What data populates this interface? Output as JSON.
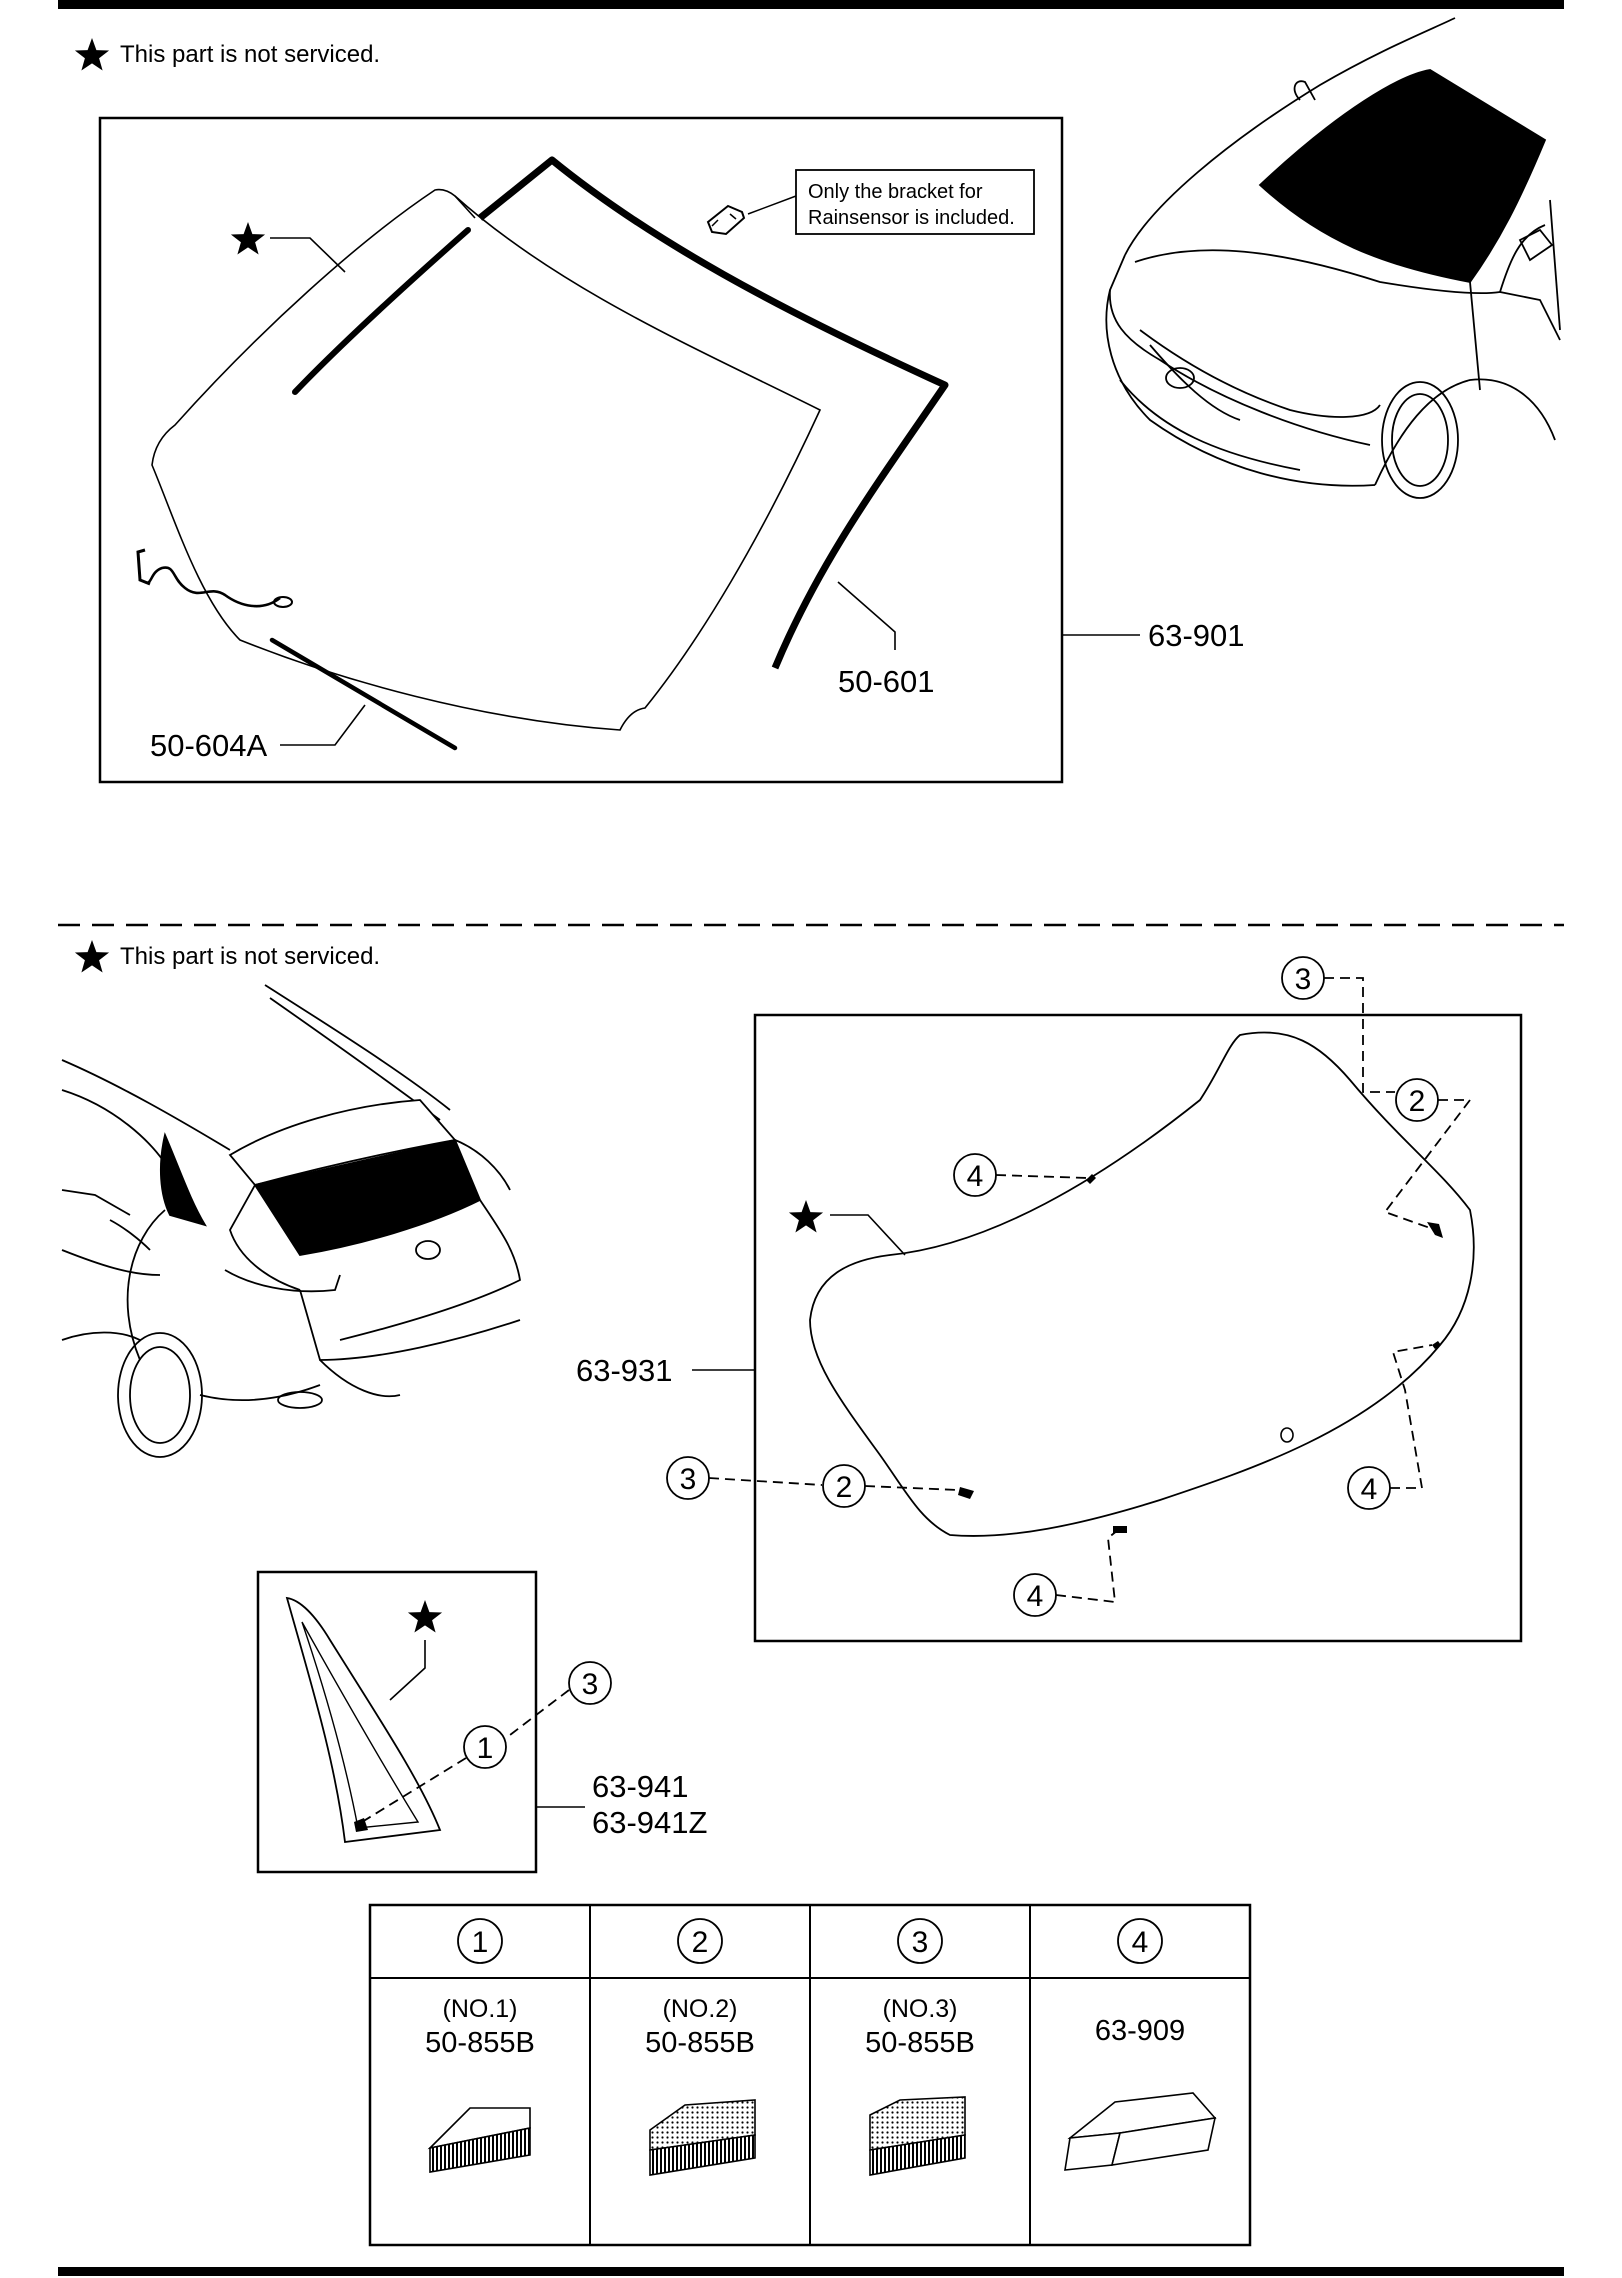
{
  "top_section": {
    "note": "This part is not serviced.",
    "callout": {
      "line1": "Only the bracket for",
      "line2": "Rainsensor is included."
    },
    "labels": {
      "windshield_assembly": "63-901",
      "molding_upper": "50-601",
      "molding_lower": "50-604A"
    }
  },
  "bottom_section": {
    "note": "This part is not serviced.",
    "labels": {
      "back_window": "63-931",
      "quarter_glass_1": "63-941",
      "quarter_glass_2": "63-941Z"
    },
    "callouts": [
      "1",
      "2",
      "3",
      "4"
    ]
  },
  "parts_table": {
    "columns": [
      {
        "ref": "1",
        "sub": "(NO.1)",
        "part": "50-855B"
      },
      {
        "ref": "2",
        "sub": "(NO.2)",
        "part": "50-855B"
      },
      {
        "ref": "3",
        "sub": "(NO.3)",
        "part": "50-855B"
      },
      {
        "ref": "4",
        "sub": "",
        "part": "63-909"
      }
    ]
  }
}
